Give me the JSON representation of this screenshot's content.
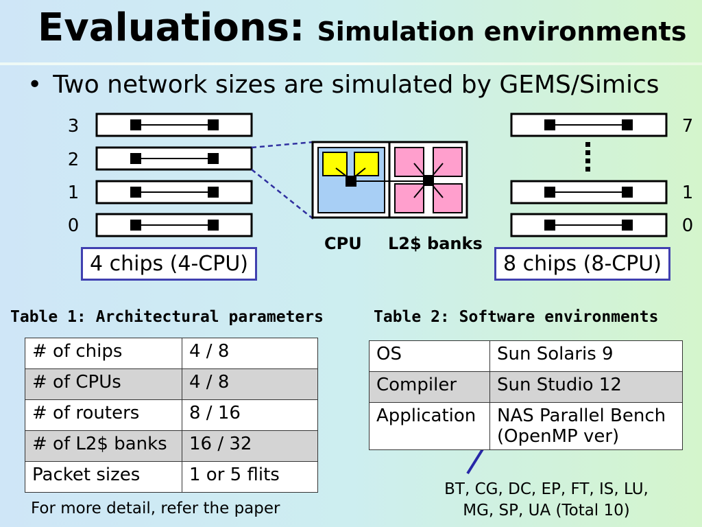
{
  "title": {
    "main": "Evaluations:",
    "sub": "Simulation environments"
  },
  "bullet": "Two network sizes are simulated by GEMS/Simics",
  "diagram": {
    "left_indices": [
      "3",
      "2",
      "1",
      "0"
    ],
    "right_indices": [
      "7",
      "1",
      "0"
    ],
    "left_label": "4 chips (4-CPU)",
    "right_label": "8 chips (8-CPU)",
    "cpu_label": "CPU",
    "l2_label": "L2$ banks",
    "colors": {
      "cpu": "#a8cff5",
      "core": "#ffff00",
      "l2": "#ff9fcd",
      "frame": "#4040b0"
    }
  },
  "table1": {
    "caption": "Table 1: Architectural parameters",
    "rows": [
      [
        "# of chips",
        "4 / 8"
      ],
      [
        "# of CPUs",
        "4 / 8"
      ],
      [
        "# of routers",
        "8 / 16"
      ],
      [
        "# of L2$ banks",
        "16 / 32"
      ],
      [
        "Packet sizes",
        "1 or  5 flits"
      ]
    ]
  },
  "table2": {
    "caption": "Table 2: Software environments",
    "rows": [
      [
        "OS",
        "Sun Solaris 9"
      ],
      [
        "Compiler",
        "Sun Studio 12"
      ],
      [
        "Application",
        "NAS Parallel Bench"
      ]
    ],
    "app_line2": "(OpenMP ver)"
  },
  "note": "For more detail, refer the paper",
  "sw_list": {
    "line1": "BT, CG, DC, EP, FT, IS, LU,",
    "line2": "MG, SP, UA (Total 10)"
  }
}
